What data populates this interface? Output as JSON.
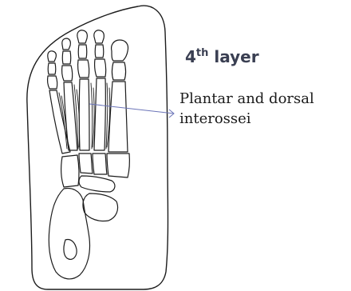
{
  "title": {
    "number": "4",
    "ordinal": "th",
    "word": "layer"
  },
  "callout": {
    "line1": "Plantar and dorsal",
    "line2": "interossei"
  }
}
